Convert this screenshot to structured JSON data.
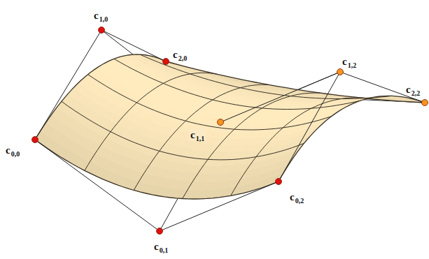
{
  "diagram": {
    "labels": [
      "c1,0",
      "c2,0",
      "c1,2",
      "c2,2",
      "c0,0",
      "c1,1",
      "c0,2",
      "c0,1"
    ]
  }
}
